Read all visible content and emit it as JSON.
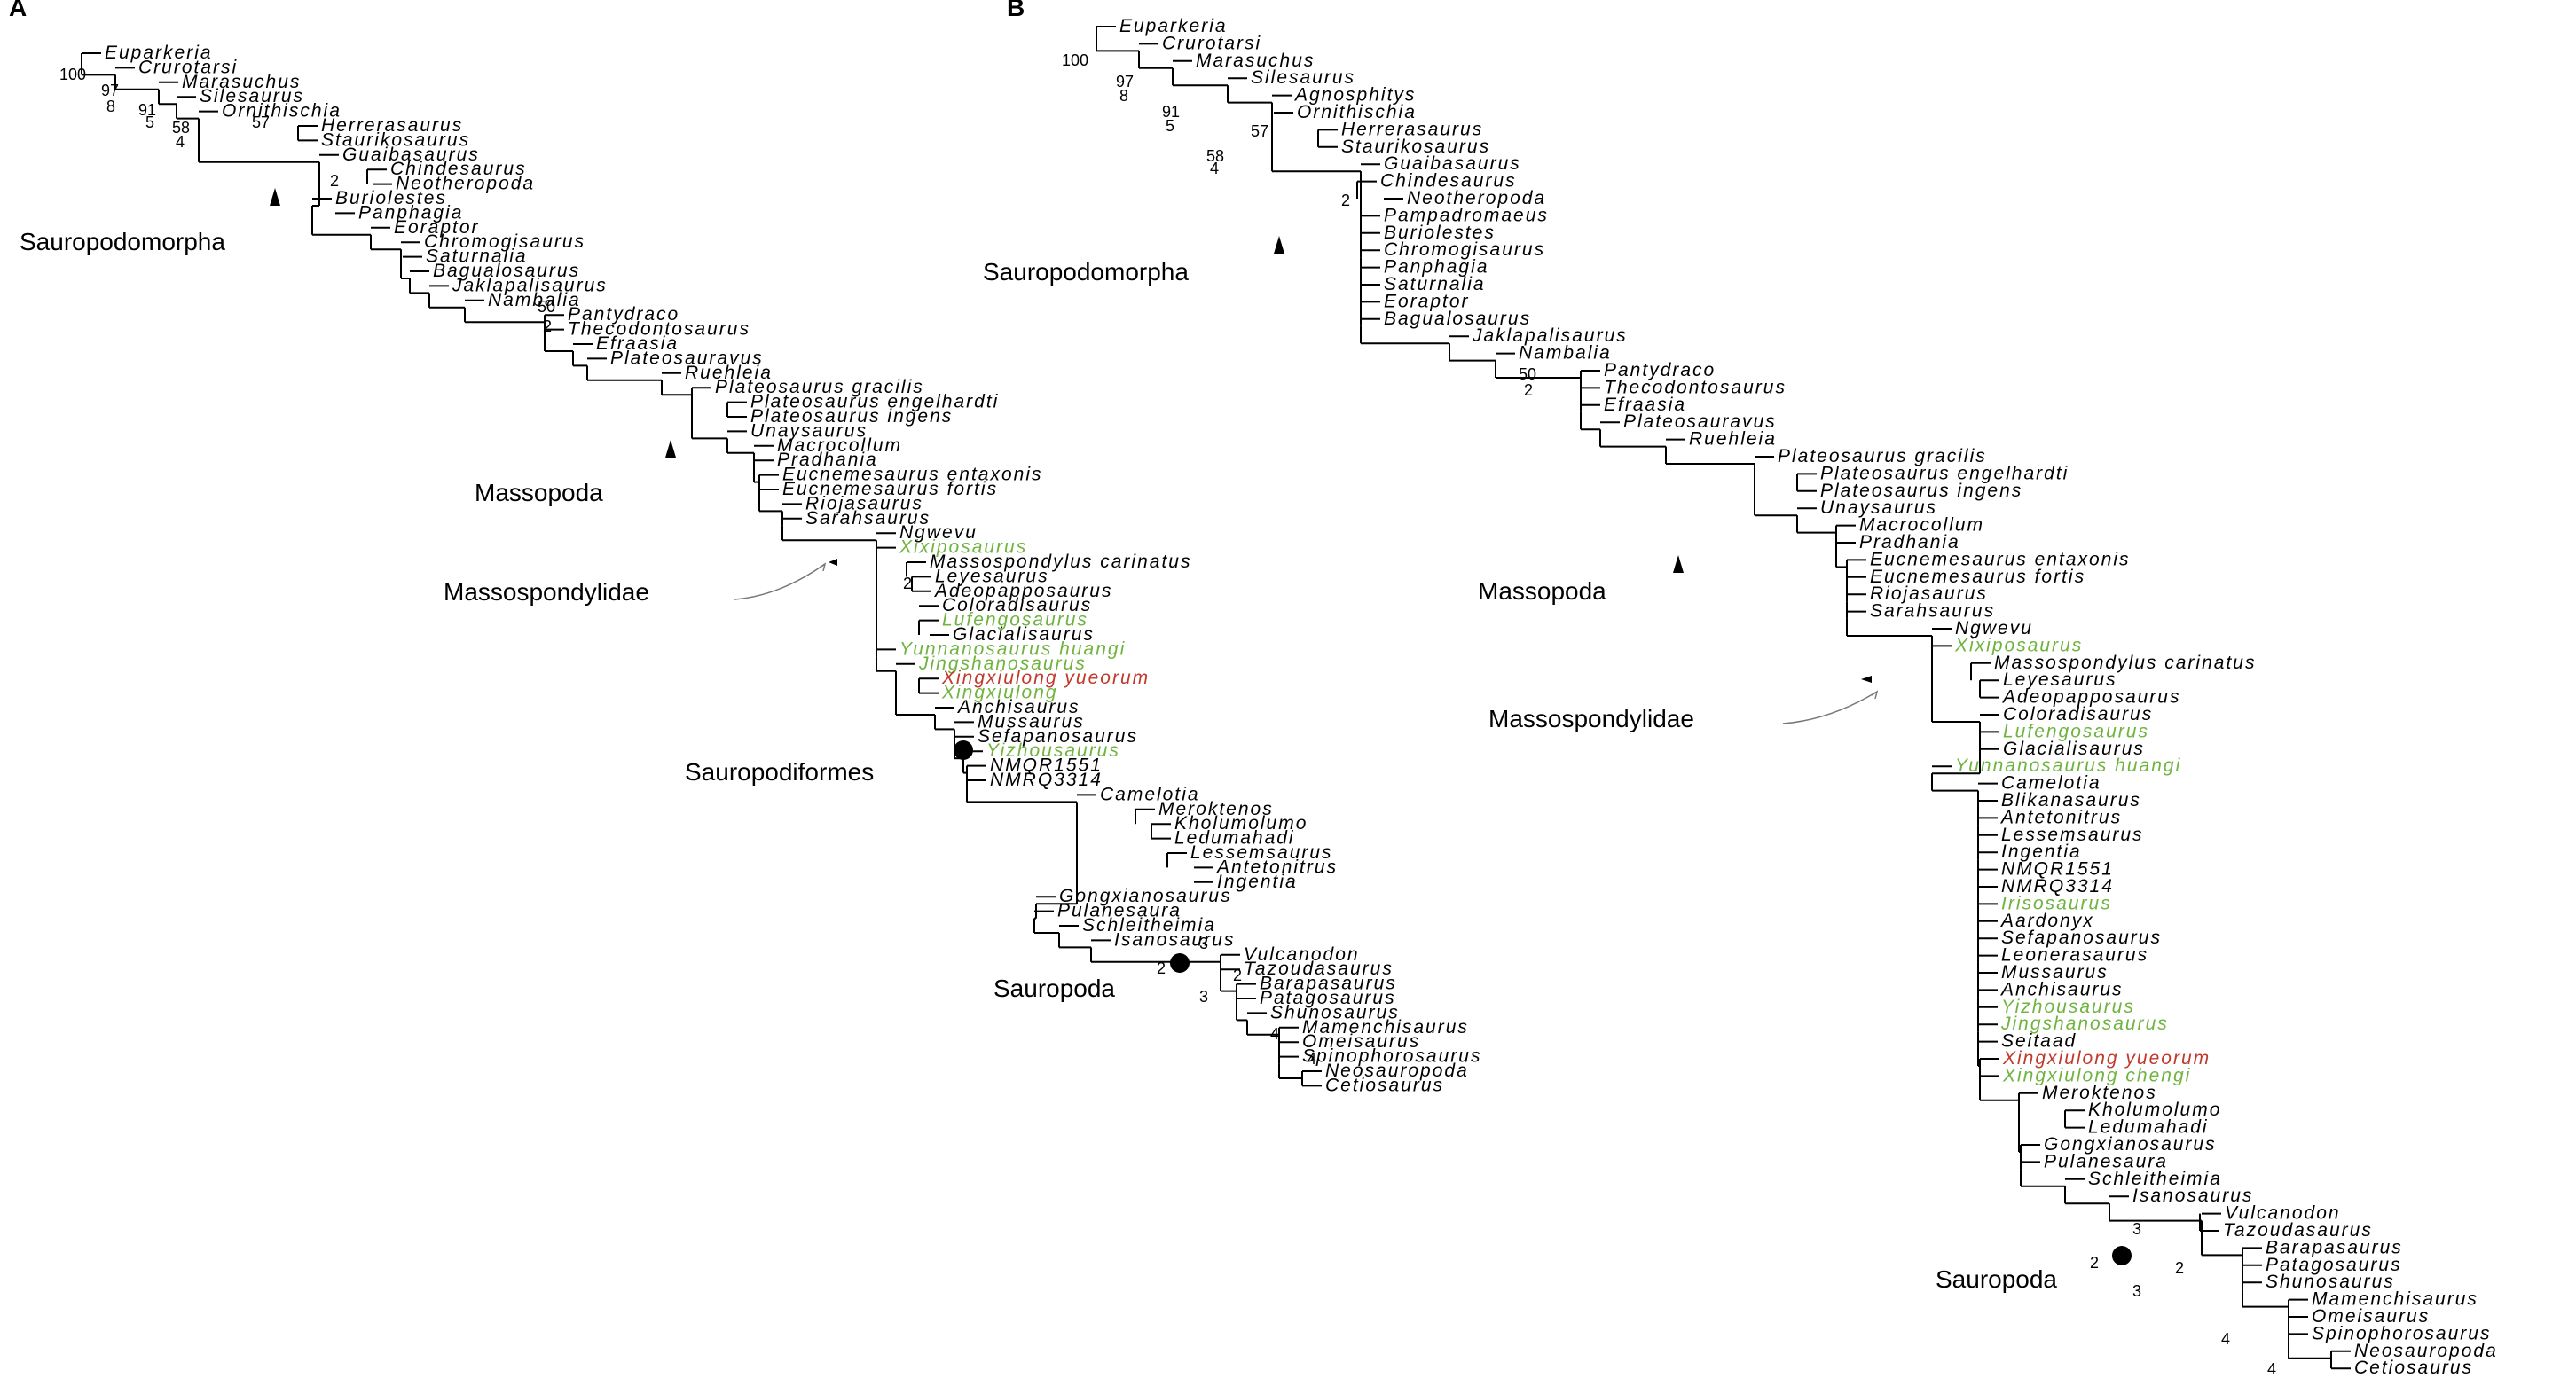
{
  "colors": {
    "default": "#000000",
    "recovered": "#6fb43f",
    "new_taxon": "#c0392b"
  },
  "panels": [
    {
      "label": "A",
      "taxa": [
        {
          "name": "Euparkeria"
        },
        {
          "name": "Crurotarsi"
        },
        {
          "name": "Marasuchus"
        },
        {
          "name": "Silesaurus"
        },
        {
          "name": "Ornithischia"
        },
        {
          "name": "Herrerasaurus"
        },
        {
          "name": "Staurikosaurus"
        },
        {
          "name": "Guaibasaurus"
        },
        {
          "name": "Chindesaurus"
        },
        {
          "name": "Neotheropoda"
        },
        {
          "name": "Buriolestes"
        },
        {
          "name": "Panphagia"
        },
        {
          "name": "Eoraptor"
        },
        {
          "name": "Chromogisaurus"
        },
        {
          "name": "Saturnalia"
        },
        {
          "name": "Bagualosaurus"
        },
        {
          "name": "Jaklapalisaurus"
        },
        {
          "name": "Nambalia"
        },
        {
          "name": "Pantydraco"
        },
        {
          "name": "Thecodontosaurus"
        },
        {
          "name": "Efraasia"
        },
        {
          "name": "Plateosauravus"
        },
        {
          "name": "Ruehleia"
        },
        {
          "name": "Plateosaurus gracilis"
        },
        {
          "name": "Plateosaurus engelhardti"
        },
        {
          "name": "Plateosaurus ingens"
        },
        {
          "name": "Unaysaurus"
        },
        {
          "name": "Macrocollum"
        },
        {
          "name": "Pradhania"
        },
        {
          "name": "Eucnemesaurus entaxonis"
        },
        {
          "name": "Eucnemesaurus fortis"
        },
        {
          "name": "Riojasaurus"
        },
        {
          "name": "Sarahsaurus"
        },
        {
          "name": "Ngwevu"
        },
        {
          "name": "Xixiposaurus",
          "color": "recovered"
        },
        {
          "name": "Massospondylus carinatus"
        },
        {
          "name": "Leyesaurus"
        },
        {
          "name": "Adeopapposaurus"
        },
        {
          "name": "Coloradisaurus"
        },
        {
          "name": "Lufengosaurus",
          "color": "recovered"
        },
        {
          "name": "Glacialisaurus"
        },
        {
          "name": "Yunnanosaurus huangi",
          "color": "recovered"
        },
        {
          "name": "Jingshanosaurus",
          "color": "recovered"
        },
        {
          "name": "Xingxiulong yueorum",
          "color": "new_taxon"
        },
        {
          "name": "Xingxiulong",
          "color": "recovered"
        },
        {
          "name": "Anchisaurus"
        },
        {
          "name": "Mussaurus"
        },
        {
          "name": "Sefapanosaurus"
        },
        {
          "name": "Yizhousaurus",
          "color": "recovered"
        },
        {
          "name": "NMQR1551"
        },
        {
          "name": "NMRQ3314"
        },
        {
          "name": "Camelotia"
        },
        {
          "name": "Meroktenos"
        },
        {
          "name": "Kholumolumo"
        },
        {
          "name": "Ledumahadi"
        },
        {
          "name": "Lessemsaurus"
        },
        {
          "name": "Antetonitrus"
        },
        {
          "name": "Ingentia"
        },
        {
          "name": "Gongxianosaurus"
        },
        {
          "name": "Pulanesaura"
        },
        {
          "name": "Schleitheimia"
        },
        {
          "name": "Isanosaurus"
        },
        {
          "name": "Vulcanodon"
        },
        {
          "name": "Tazoudasaurus"
        },
        {
          "name": "Barapasaurus"
        },
        {
          "name": "Patagosaurus"
        },
        {
          "name": "Shunosaurus"
        },
        {
          "name": "Mamenchisaurus"
        },
        {
          "name": "Omeisaurus"
        },
        {
          "name": "Spinophorosaurus"
        },
        {
          "name": "Neosauropoda"
        },
        {
          "name": "Cetiosaurus"
        }
      ],
      "clades": [
        "Sauropodomorpha",
        "Massopoda",
        "Massospondylidae",
        "Sauropodiformes",
        "Sauropoda"
      ],
      "support": [
        "100",
        "97",
        "8",
        "91",
        "5",
        "58",
        "4",
        "57",
        "2",
        "50",
        "2",
        "2",
        "3",
        "2",
        "2",
        "3",
        "4",
        "4"
      ]
    },
    {
      "label": "B",
      "taxa": [
        {
          "name": "Euparkeria"
        },
        {
          "name": "Crurotarsi"
        },
        {
          "name": "Marasuchus"
        },
        {
          "name": "Silesaurus"
        },
        {
          "name": "Agnosphitys"
        },
        {
          "name": "Ornithischia"
        },
        {
          "name": "Herrerasaurus"
        },
        {
          "name": "Staurikosaurus"
        },
        {
          "name": "Guaibasaurus"
        },
        {
          "name": "Chindesaurus"
        },
        {
          "name": "Neotheropoda"
        },
        {
          "name": "Pampadromaeus"
        },
        {
          "name": "Buriolestes"
        },
        {
          "name": "Chromogisaurus"
        },
        {
          "name": "Panphagia"
        },
        {
          "name": "Saturnalia"
        },
        {
          "name": "Eoraptor"
        },
        {
          "name": "Bagualosaurus"
        },
        {
          "name": "Jaklapalisaurus"
        },
        {
          "name": "Nambalia"
        },
        {
          "name": "Pantydraco"
        },
        {
          "name": "Thecodontosaurus"
        },
        {
          "name": "Efraasia"
        },
        {
          "name": "Plateosauravus"
        },
        {
          "name": "Ruehleia"
        },
        {
          "name": "Plateosaurus gracilis"
        },
        {
          "name": "Plateosaurus engelhardti"
        },
        {
          "name": "Plateosaurus ingens"
        },
        {
          "name": "Unaysaurus"
        },
        {
          "name": "Macrocollum"
        },
        {
          "name": "Pradhania"
        },
        {
          "name": "Eucnemesaurus entaxonis"
        },
        {
          "name": "Eucnemesaurus fortis"
        },
        {
          "name": "Riojasaurus"
        },
        {
          "name": "Sarahsaurus"
        },
        {
          "name": "Ngwevu"
        },
        {
          "name": "Xixiposaurus",
          "color": "recovered"
        },
        {
          "name": "Massospondylus carinatus"
        },
        {
          "name": "Leyesaurus"
        },
        {
          "name": "Adeopapposaurus"
        },
        {
          "name": "Coloradisaurus"
        },
        {
          "name": "Lufengosaurus",
          "color": "recovered"
        },
        {
          "name": "Glacialisaurus"
        },
        {
          "name": "Yunnanosaurus huangi",
          "color": "recovered"
        },
        {
          "name": "Camelotia"
        },
        {
          "name": "Blikanasaurus"
        },
        {
          "name": "Antetonitrus"
        },
        {
          "name": "Lessemsaurus"
        },
        {
          "name": "Ingentia"
        },
        {
          "name": "NMQR1551"
        },
        {
          "name": "NMRQ3314"
        },
        {
          "name": "Irisosaurus",
          "color": "recovered"
        },
        {
          "name": "Aardonyx"
        },
        {
          "name": "Sefapanosaurus"
        },
        {
          "name": "Leonerasaurus"
        },
        {
          "name": "Mussaurus"
        },
        {
          "name": "Anchisaurus"
        },
        {
          "name": "Yizhousaurus",
          "color": "recovered"
        },
        {
          "name": "Jingshanosaurus",
          "color": "recovered"
        },
        {
          "name": "Seitaad"
        },
        {
          "name": "Xingxiulong yueorum",
          "color": "new_taxon"
        },
        {
          "name": "Xingxiulong chengi",
          "color": "recovered"
        },
        {
          "name": "Meroktenos"
        },
        {
          "name": "Kholumolumo"
        },
        {
          "name": "Ledumahadi"
        },
        {
          "name": "Gongxianosaurus"
        },
        {
          "name": "Pulanesaura"
        },
        {
          "name": "Schleitheimia"
        },
        {
          "name": "Isanosaurus"
        },
        {
          "name": "Vulcanodon"
        },
        {
          "name": "Tazoudasaurus"
        },
        {
          "name": "Barapasaurus"
        },
        {
          "name": "Patagosaurus"
        },
        {
          "name": "Shunosaurus"
        },
        {
          "name": "Mamenchisaurus"
        },
        {
          "name": "Omeisaurus"
        },
        {
          "name": "Spinophorosaurus"
        },
        {
          "name": "Neosauropoda"
        },
        {
          "name": "Cetiosaurus"
        }
      ],
      "clades": [
        "Sauropodomorpha",
        "Massopoda",
        "Massospondylidae",
        "Sauropoda"
      ],
      "support": [
        "100",
        "97",
        "8",
        "91",
        "5",
        "58",
        "4",
        "57",
        "2",
        "50",
        "2",
        "3",
        "2",
        "2",
        "3",
        "4",
        "4"
      ]
    }
  ]
}
